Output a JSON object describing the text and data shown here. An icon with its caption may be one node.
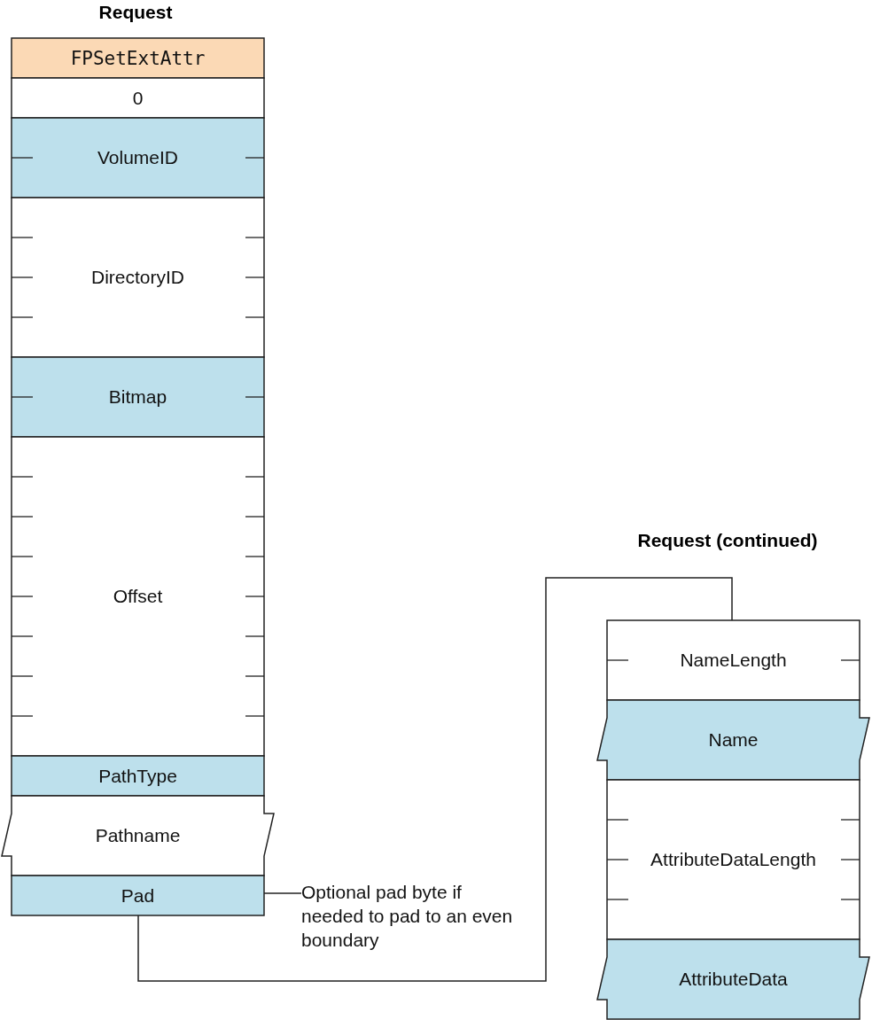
{
  "diagram": {
    "nodes": [
      {
        "text": [
          "FPSetExtAttr"
        ]
      },
      {
        "text": [
          "0"
        ]
      },
      {
        "text": [
          "VolumeID"
        ]
      },
      {
        "text": [
          "DirectoryID"
        ]
      },
      {
        "text": [
          "Bitmap"
        ]
      },
      {
        "text": [
          "Offset"
        ]
      },
      {
        "text": [
          "PathType"
        ]
      },
      {
        "text": [
          "Pathname"
        ]
      },
      {
        "text": [
          "Pad"
        ]
      },
      {
        "text": [
          "NameLength"
        ]
      },
      {
        "text": [
          "Name"
        ]
      },
      {
        "text": [
          "AttributeDataLength"
        ]
      },
      {
        "text": [
          "AttributeData"
        ]
      },
      {
        "text": [
          "Optional pad byte if needed to pad to an even boundary"
        ]
      }
    ],
    "edges": [
      {
        "from": 13,
        "to": 8,
        "arrow": "none"
      },
      {
        "from": 8,
        "to": 9,
        "arrow": "none"
      }
    ],
    "labels": [
      "Request",
      "Request (continued)"
    ]
  }
}
